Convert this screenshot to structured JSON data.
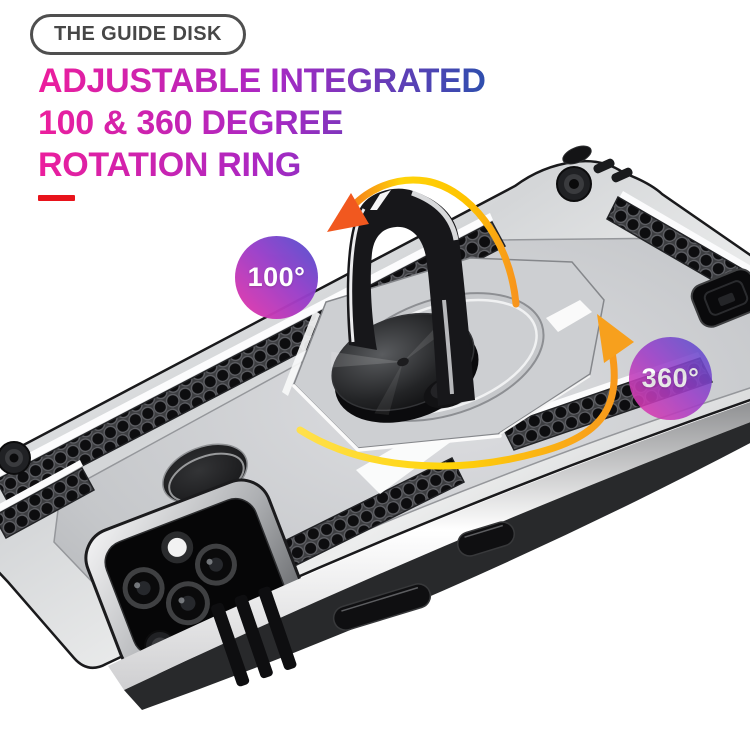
{
  "header": {
    "pill_label": "THE GUIDE DISK",
    "title_lines": [
      "ADJUSTABLE INTEGRATED",
      "100 & 360 DEGREE",
      "ROTATION RING"
    ]
  },
  "callouts": {
    "flip_angle": {
      "label": "100°"
    },
    "spin_angle": {
      "label": "360°"
    }
  },
  "illustration": {
    "subject": "silver armor phone case with rotating ring kickstand, honeycomb grip inserts, quad camera module, fingerprint sensor and rotation arrows"
  },
  "colors": {
    "title-grad-start": "#ed1e9c",
    "title-grad-mid": "#a928c4",
    "title-grad-end": "#2c4fad",
    "underline-red": "#e8131b",
    "pill-border": "#4f4f4f",
    "pill-text": "#474747",
    "badge-grad-blue": "#4f52d0",
    "badge-grad-purple": "#9b3ec9",
    "badge-grad-pink": "#ec38a8",
    "arrow-yellow": "#ffd40a",
    "arrow-orange": "#f7941d",
    "arrow-deep-orange": "#f1581f",
    "case-silver": "#d7d8da",
    "case-black": "#161618"
  }
}
